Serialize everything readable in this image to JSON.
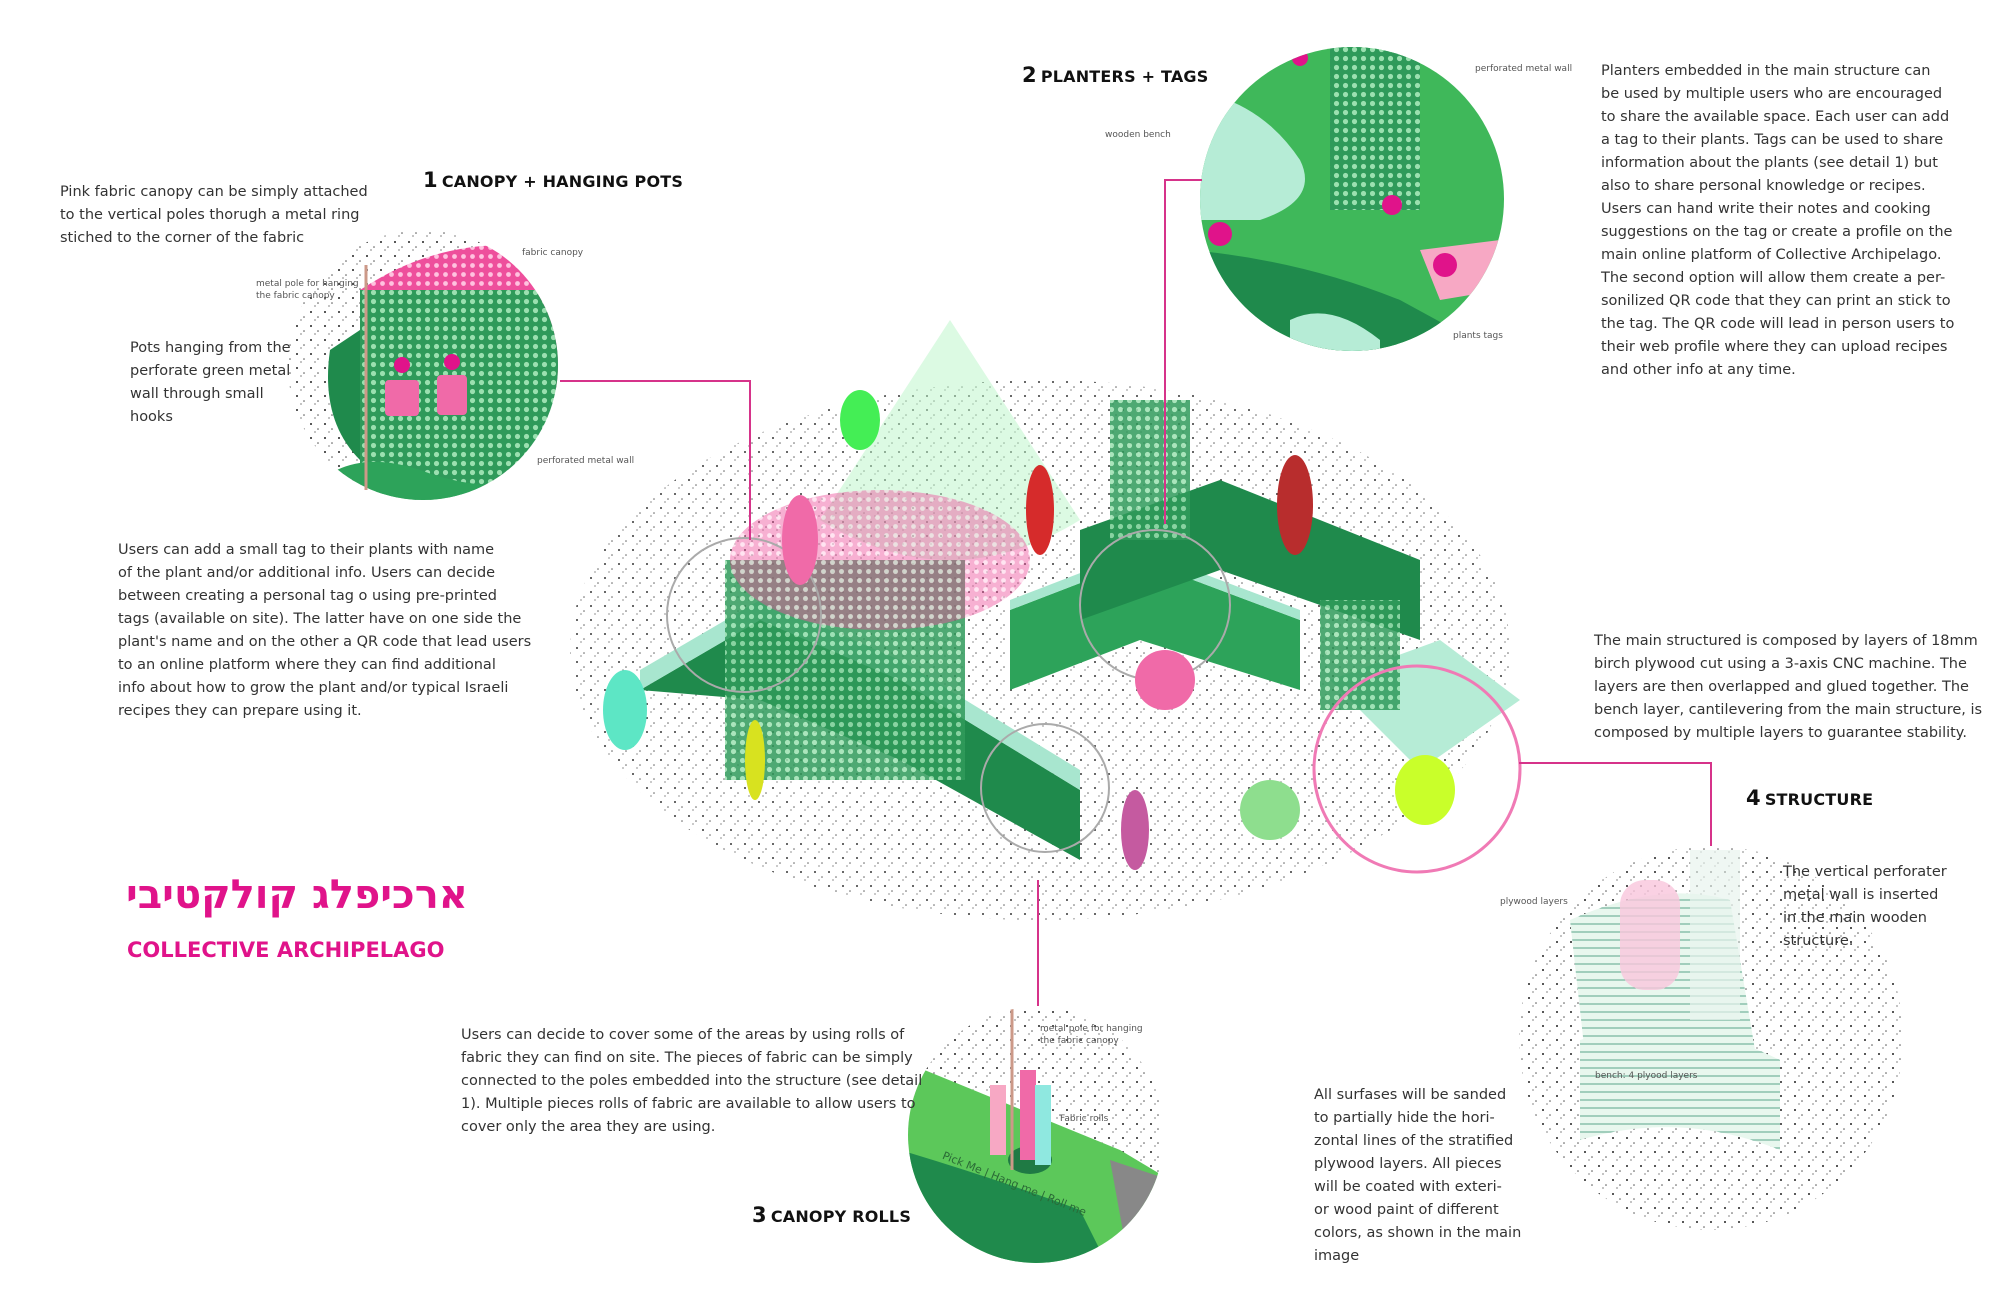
{
  "title": {
    "hebrew": "ארכיפלג קולקטיבי",
    "english": "COLLECTIVE ARCHIPELAGO"
  },
  "colors": {
    "accent": "#e0138a",
    "leader": "#d6338a",
    "green_dark": "#1f8a4c",
    "green_light": "#5cc85a",
    "mint": "#a8e6cf",
    "pink": "#f06aa8"
  },
  "details": [
    {
      "number": "1",
      "heading": "CANOPY + HANGING POTS",
      "labels": [
        "fabric canopy",
        "metal pole for hanging\nthe fabric canopy",
        "perforated metal wall"
      ],
      "notes": [
        "Pink fabric canopy can be simply attached\nto the vertical poles thorugh a metal ring\nstiched to the corner of the fabric",
        "Pots hanging from the\nperforate green metal\nwall through small\nhooks",
        "Users can add a small tag to their plants with name\nof the plant and/or additional info. Users can decide\nbetween creating a personal tag o using pre-printed\ntags (available on site). The latter have on one side the\nplant's name and on the other a QR code that lead users\nto an online platform where they can find additional\ninfo about how to grow the plant and/or typical Israeli\nrecipes they can prepare using it."
      ]
    },
    {
      "number": "2",
      "heading": "PLANTERS + TAGS",
      "labels": [
        "perforated metal wall",
        "wooden bench",
        "plants tags"
      ],
      "notes": [
        "Planters embedded in the main structure can\nbe used by multiple users who are encouraged\nto share the available space. Each user can add\na tag to their plants. Tags can be used to share\ninformation about the plants (see detail 1) but\nalso to share personal knowledge or recipes.\nUsers can hand write their notes and cooking\nsuggestions on the tag or create a profile on the\nmain online platform of Collective Archipelago.\nThe second option will allow them create a per-\nsonilized QR code that they can print an stick to\nthe tag. The QR code will lead in person users to\ntheir web profile where they can upload recipes\nand other info at any time."
      ]
    },
    {
      "number": "3",
      "heading": "CANOPY ROLLS",
      "labels": [
        "metal pole for hanging\nthe fabric canopy",
        "Fabric rolls",
        "Pick Me | Hang me | Roll me"
      ],
      "notes": [
        "Users can  decide to cover some of the areas by using rolls of\nfabric they can find on site. The pieces of fabric can be simply\nconnected to the poles embedded into the structure (see detail\n1). Multiple pieces rolls of fabric are available to allow users to\ncover only the area they are using."
      ]
    },
    {
      "number": "4",
      "heading": "STRUCTURE",
      "labels": [
        "plywood layers",
        "bench: 4 plyood layers"
      ],
      "notes": [
        "The main structured is composed by layers of 18mm\nbirch plywood cut using a 3-axis CNC machine. The\nlayers are then overlapped and glued together. The\nbench layer, cantilevering from the main structure, is\ncomposed by multiple layers to guarantee stability.",
        "The vertical perforater\nmetal wall is inserted\nin the main wooden\nstructure.",
        "All surfases will be sanded\nto partially hide the hori-\nzontal lines of the stratified\nplywood layers. All pieces\nwill be coated with exteri-\nor wood paint of different\ncolors, as shown in the main\nimage"
      ]
    }
  ]
}
